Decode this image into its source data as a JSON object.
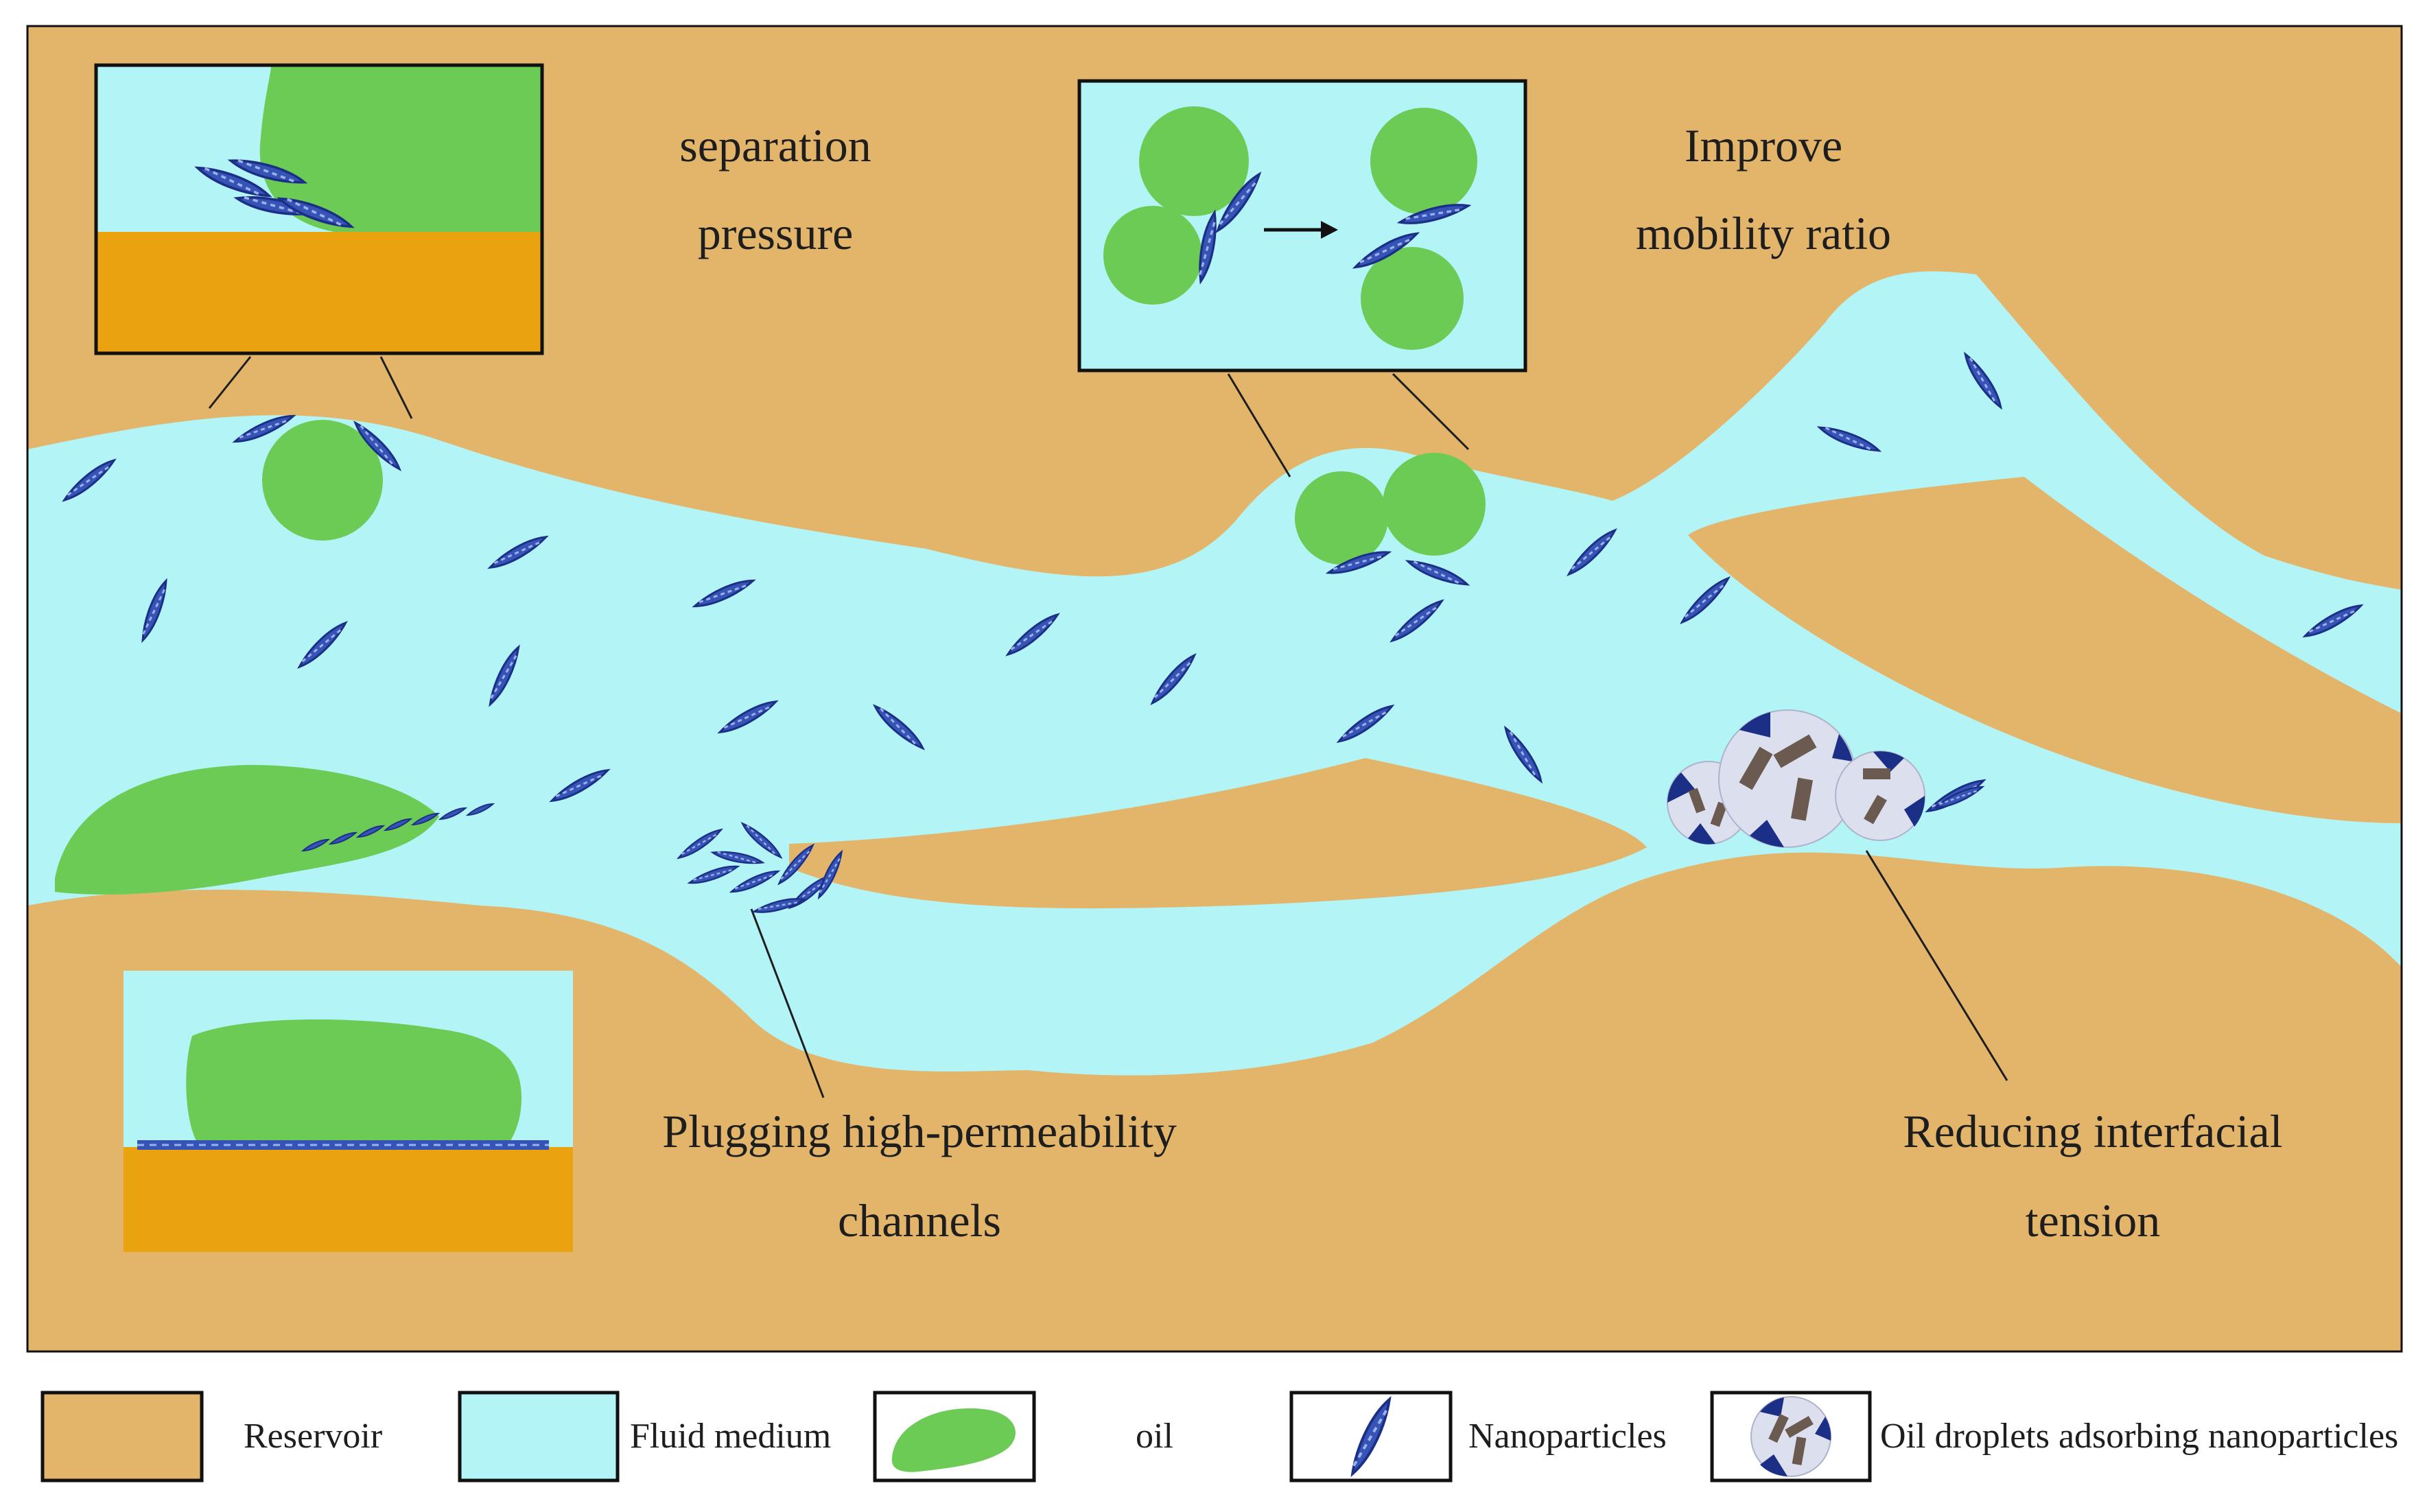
{
  "colors": {
    "reservoir": "#e3b56b",
    "fluid": "#b3f4f6",
    "oil": "#6ccb55",
    "substrate": "#eaa20f",
    "nanoparticle": "#3554b5",
    "nanoparticle_dark": "#1c2f86",
    "droplet": "#dcdfee",
    "stroke": "#111111"
  },
  "annotations": {
    "separation_pressure": [
      "separation",
      "pressure"
    ],
    "mobility_ratio": [
      "Improve",
      "mobility ratio"
    ],
    "plugging": [
      "Plugging high-permeability",
      "channels"
    ],
    "interfacial_tension": [
      "Reducing interfacial",
      "tension"
    ]
  },
  "legend": {
    "reservoir": "Reservoir",
    "fluid": "Fluid medium",
    "oil": "oil",
    "nanoparticles": "Nanoparticles",
    "droplets": "Oil droplets adsorbing nanoparticles"
  }
}
